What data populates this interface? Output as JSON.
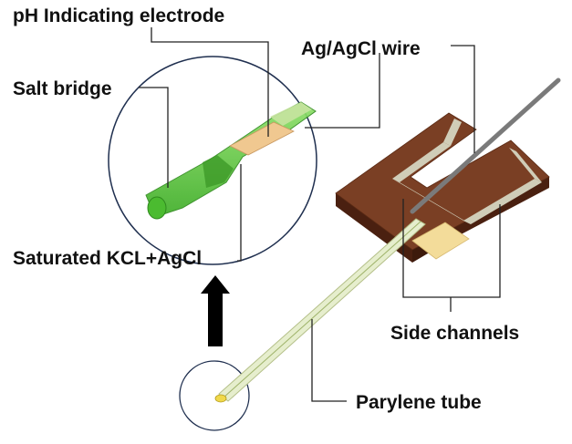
{
  "labels": {
    "ph_electrode": "pH Indicating electrode",
    "ag_wire": "Ag/AgCl wire",
    "salt_bridge": "Salt bridge",
    "saturated_kcl": "Saturated KCL+AgCl",
    "side_channels": "Side channels",
    "parylene_tube": "Parylene tube"
  },
  "colors": {
    "chip_top": "#7a3f24",
    "chip_side": "#4a2010",
    "channel": "#d0cdb8",
    "pad": "#f3dc9a",
    "tube": "#e6eecd",
    "electrode_green": "#5ecb3a",
    "electrode_pad": "#f0c890",
    "wire": "#8f8f8f",
    "arrow": "#000000"
  }
}
